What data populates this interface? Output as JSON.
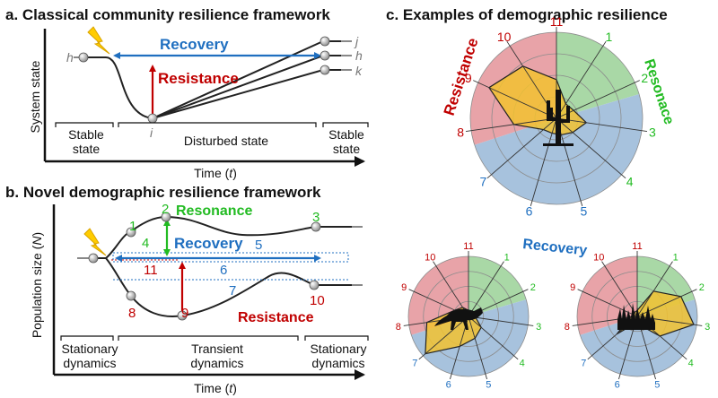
{
  "panel_a": {
    "title": "a. Classical community resilience framework",
    "ylabel": "System state",
    "xlabel_prefix": "Time (",
    "xlabel_var": "t",
    "xlabel_suffix": ")",
    "recovery": "Recovery",
    "resistance": "Resistance",
    "stable_left_1": "Stable",
    "stable_left_2": "state",
    "disturbed": "Disturbed state",
    "stable_right_1": "Stable",
    "stable_right_2": "state",
    "label_h_left": "h",
    "label_i": "i",
    "label_j": "j",
    "label_h_right": "h",
    "label_k": "k"
  },
  "panel_b": {
    "title": "b. Novel demographic resilience framework",
    "ylabel_prefix": "Population size (",
    "ylabel_var": "N",
    "ylabel_suffix": ")",
    "xlabel_prefix": "Time (",
    "xlabel_var": "t",
    "xlabel_suffix": ")",
    "resonance": "Resonance",
    "recovery": "Recovery",
    "resistance": "Resistance",
    "stationary_left_1": "Stationary",
    "stationary_left_2": "dynamics",
    "transient_1": "Transient",
    "transient_2": "dynamics",
    "stationary_right_1": "Stationary",
    "stationary_right_2": "dynamics",
    "n1": "1",
    "n2": "2",
    "n3": "3",
    "n4": "4",
    "n5": "5",
    "n6": "6",
    "n7": "7",
    "n8": "8",
    "n9": "9",
    "n10": "10",
    "n11": "11"
  },
  "panel_c": {
    "title": "c. Examples of demographic resilience",
    "resistance": "Resistance",
    "resonance": "Resonace",
    "recovery": "Recovery",
    "numbers": [
      "1",
      "2",
      "3",
      "4",
      "5",
      "6",
      "7",
      "8",
      "9",
      "10",
      "11"
    ]
  },
  "colors": {
    "resistance": "#c00000",
    "recovery": "#1f6fc0",
    "resonance": "#22bb22",
    "sector_red": "#e8a3a8",
    "sector_green": "#a9d8a6",
    "sector_blue": "#a7c2dd",
    "polygon": "#f2c230"
  }
}
